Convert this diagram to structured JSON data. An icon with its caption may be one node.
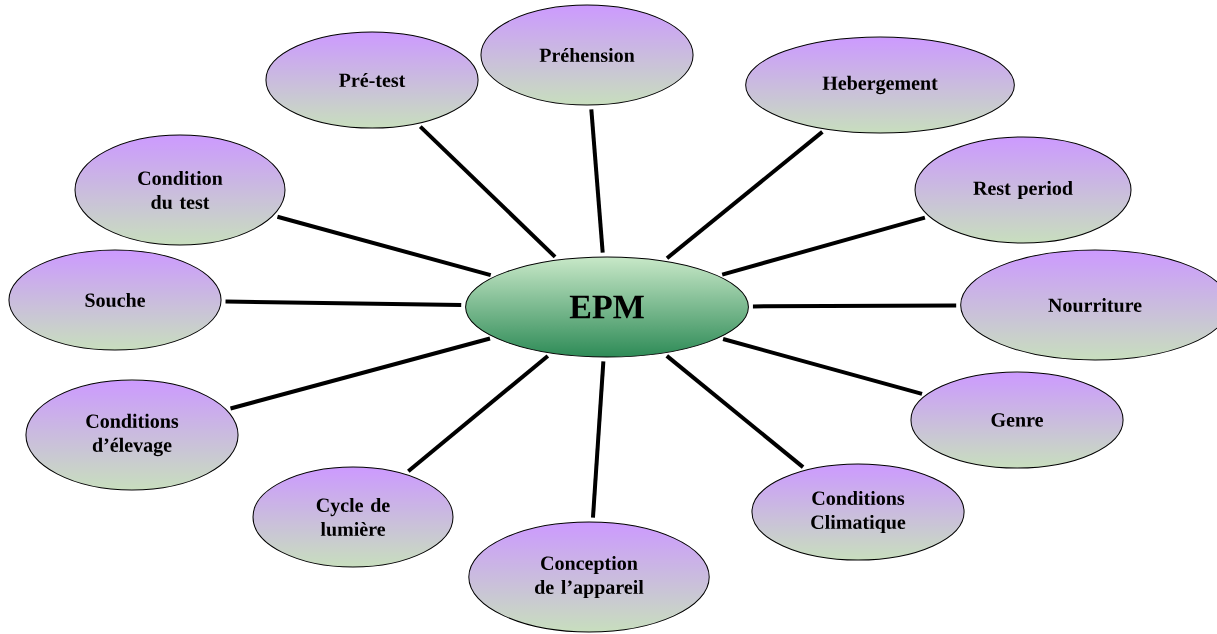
{
  "diagram": {
    "nodes": [
      {
        "text": [
          "EPM"
        ]
      },
      {
        "text": [
          "Préhension"
        ]
      },
      {
        "text": [
          "Hebergement"
        ]
      },
      {
        "text": [
          "Rest period"
        ]
      },
      {
        "text": [
          "Nourriture"
        ]
      },
      {
        "text": [
          "Genre"
        ]
      },
      {
        "text": [
          "Conditions Climatique"
        ]
      },
      {
        "text": [
          "Conception de l’appareil"
        ]
      },
      {
        "text": [
          "Cycle de lumière"
        ]
      },
      {
        "text": [
          "Conditions d’élevage"
        ]
      },
      {
        "text": [
          "Souche"
        ]
      },
      {
        "text": [
          "Condition du test"
        ]
      },
      {
        "text": [
          "Pré-test"
        ]
      }
    ],
    "edges": [
      {
        "from": 0,
        "to": 1,
        "arrow": "none"
      },
      {
        "from": 0,
        "to": 2,
        "arrow": "none"
      },
      {
        "from": 0,
        "to": 3,
        "arrow": "none"
      },
      {
        "from": 0,
        "to": 4,
        "arrow": "none"
      },
      {
        "from": 0,
        "to": 5,
        "arrow": "none"
      },
      {
        "from": 0,
        "to": 6,
        "arrow": "none"
      },
      {
        "from": 0,
        "to": 7,
        "arrow": "none"
      },
      {
        "from": 0,
        "to": 8,
        "arrow": "none"
      },
      {
        "from": 0,
        "to": 9,
        "arrow": "none"
      },
      {
        "from": 0,
        "to": 10,
        "arrow": "none"
      },
      {
        "from": 0,
        "to": 11,
        "arrow": "none"
      },
      {
        "from": 0,
        "to": 12,
        "arrow": "none"
      }
    ]
  }
}
